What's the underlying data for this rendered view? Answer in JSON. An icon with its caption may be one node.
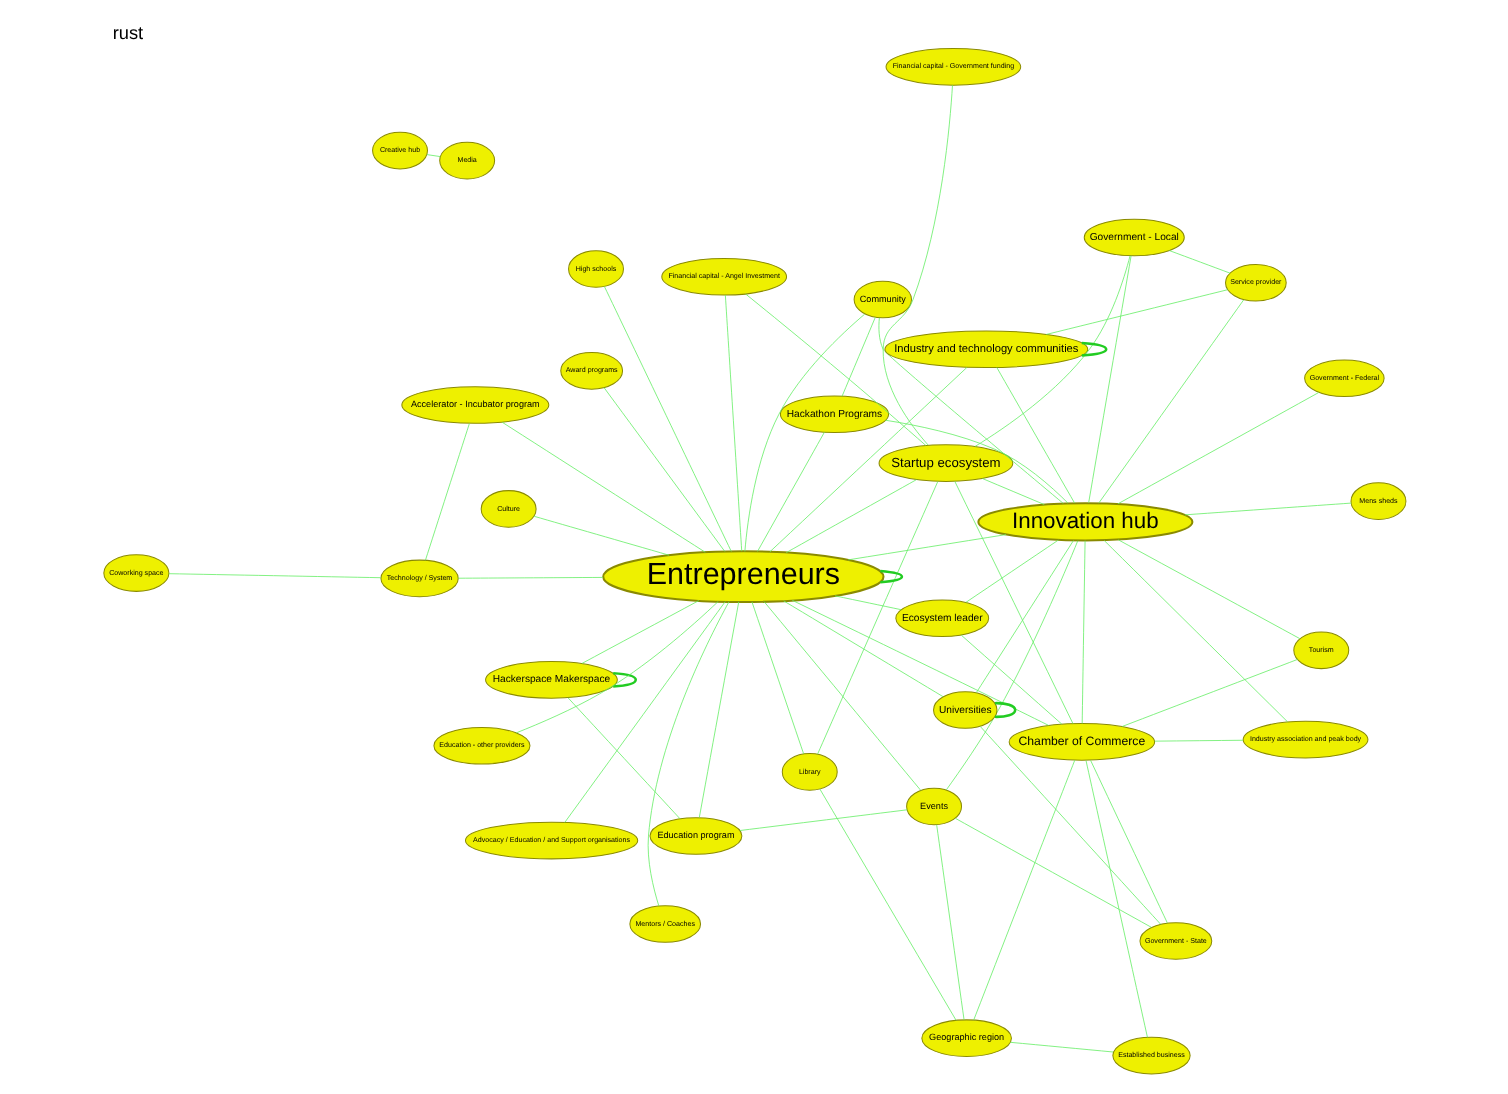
{
  "diagram": {
    "title": "rust",
    "nodes": [
      {
        "text": [
          "Established business"
        ]
      },
      {
        "text": [
          "Industry association and peak body"
        ]
      },
      {
        "text": [
          "Geographic region"
        ]
      },
      {
        "text": [
          "Government - Federal"
        ]
      },
      {
        "text": [
          "Tourism"
        ]
      },
      {
        "text": [
          "Culture"
        ]
      },
      {
        "text": [
          "Chamber of Commerce"
        ]
      },
      {
        "text": [
          "Ecosystem leader"
        ]
      },
      {
        "text": [
          "Creative hub"
        ]
      },
      {
        "text": [
          "Media"
        ]
      },
      {
        "text": [
          "Events"
        ]
      },
      {
        "text": [
          "Government - State"
        ]
      },
      {
        "text": [
          "Hackathon Programs"
        ]
      },
      {
        "text": [
          "Universities"
        ]
      },
      {
        "text": [
          "Community"
        ]
      },
      {
        "text": [
          "Mens sheds"
        ]
      },
      {
        "text": [
          "Library"
        ]
      },
      {
        "text": [
          "Mentors / Coaches"
        ]
      },
      {
        "text": [
          "Innovation hub"
        ]
      },
      {
        "text": [
          "Hackerspace Makerspace"
        ]
      },
      {
        "text": [
          "Financial capital - Government funding"
        ]
      },
      {
        "text": [
          "Education program"
        ]
      },
      {
        "text": [
          "Startup ecosystem"
        ]
      },
      {
        "text": [
          "Government - Local"
        ]
      },
      {
        "text": [
          "Service provider"
        ]
      },
      {
        "text": [
          "Industry and technology communities"
        ]
      },
      {
        "text": [
          "Financial capital - Angel Investment"
        ]
      },
      {
        "text": [
          "Advocacy / Education / and Support organisations"
        ]
      },
      {
        "text": [
          "Entrepreneurs"
        ]
      },
      {
        "text": [
          "High schools"
        ]
      },
      {
        "text": [
          "Education - other providers"
        ]
      },
      {
        "text": [
          "Award programs"
        ]
      },
      {
        "text": [
          "Accelerator - Incubator program"
        ]
      },
      {
        "text": [
          "Technology / System"
        ]
      },
      {
        "text": [
          "Coworking space"
        ]
      }
    ],
    "edges": [
      {
        "from": 0,
        "to": 2,
        "arrow": "none"
      },
      {
        "from": 0,
        "to": 6,
        "arrow": "none"
      },
      {
        "from": 1,
        "to": 6,
        "arrow": "none"
      },
      {
        "from": 1,
        "to": 18,
        "arrow": "none"
      },
      {
        "from": 2,
        "to": 6,
        "arrow": "none"
      },
      {
        "from": 2,
        "to": 10,
        "arrow": "none"
      },
      {
        "from": 2,
        "to": 16,
        "arrow": "none"
      },
      {
        "from": 3,
        "to": 18,
        "arrow": "none"
      },
      {
        "from": 4,
        "to": 6,
        "arrow": "none"
      },
      {
        "from": 4,
        "to": 18,
        "arrow": "none"
      },
      {
        "from": 5,
        "to": 28,
        "arrow": "none"
      },
      {
        "from": 6,
        "to": 7,
        "arrow": "none"
      },
      {
        "from": 6,
        "to": 11,
        "arrow": "none"
      },
      {
        "from": 6,
        "to": 18,
        "arrow": "none"
      },
      {
        "from": 6,
        "to": 22,
        "arrow": "none"
      },
      {
        "from": 6,
        "to": 28,
        "arrow": "none"
      },
      {
        "from": 8,
        "to": 9,
        "arrow": "none"
      },
      {
        "from": 10,
        "to": 11,
        "arrow": "none"
      },
      {
        "from": 10,
        "to": 18,
        "arrow": "none"
      },
      {
        "from": 10,
        "to": 28,
        "arrow": "none"
      },
      {
        "from": 11,
        "to": 13,
        "arrow": "none"
      },
      {
        "from": 13,
        "to": 13,
        "arrow": "none"
      },
      {
        "from": 13,
        "to": 18,
        "arrow": "none"
      },
      {
        "from": 13,
        "to": 28,
        "arrow": "none"
      },
      {
        "from": 7,
        "to": 18,
        "arrow": "none"
      },
      {
        "from": 7,
        "to": 28,
        "arrow": "none"
      },
      {
        "from": 12,
        "to": 14,
        "arrow": "none"
      },
      {
        "from": 12,
        "to": 18,
        "arrow": "none"
      },
      {
        "from": 12,
        "to": 28,
        "arrow": "none"
      },
      {
        "from": 14,
        "to": 18,
        "arrow": "none"
      },
      {
        "from": 14,
        "to": 28,
        "arrow": "none"
      },
      {
        "from": 15,
        "to": 18,
        "arrow": "none"
      },
      {
        "from": 16,
        "to": 28,
        "arrow": "none"
      },
      {
        "from": 16,
        "to": 22,
        "arrow": "none"
      },
      {
        "from": 17,
        "to": 28,
        "arrow": "none"
      },
      {
        "from": 18,
        "to": 28,
        "arrow": "none"
      },
      {
        "from": 18,
        "to": 22,
        "arrow": "none"
      },
      {
        "from": 18,
        "to": 23,
        "arrow": "none"
      },
      {
        "from": 18,
        "to": 24,
        "arrow": "none"
      },
      {
        "from": 18,
        "to": 25,
        "arrow": "none"
      },
      {
        "from": 19,
        "to": 19,
        "arrow": "none"
      },
      {
        "from": 19,
        "to": 28,
        "arrow": "none"
      },
      {
        "from": 19,
        "to": 21,
        "arrow": "none"
      },
      {
        "from": 20,
        "to": 22,
        "arrow": "none"
      },
      {
        "from": 21,
        "to": 28,
        "arrow": "none"
      },
      {
        "from": 21,
        "to": 10,
        "arrow": "none"
      },
      {
        "from": 22,
        "to": 23,
        "arrow": "none"
      },
      {
        "from": 22,
        "to": 28,
        "arrow": "none"
      },
      {
        "from": 22,
        "to": 26,
        "arrow": "none"
      },
      {
        "from": 23,
        "to": 24,
        "arrow": "none"
      },
      {
        "from": 24,
        "to": 25,
        "arrow": "none"
      },
      {
        "from": 25,
        "to": 25,
        "arrow": "none"
      },
      {
        "from": 25,
        "to": 28,
        "arrow": "none"
      },
      {
        "from": 26,
        "to": 28,
        "arrow": "none"
      },
      {
        "from": 27,
        "to": 28,
        "arrow": "none"
      },
      {
        "from": 28,
        "to": 28,
        "arrow": "none"
      },
      {
        "from": 28,
        "to": 29,
        "arrow": "none"
      },
      {
        "from": 28,
        "to": 30,
        "arrow": "none"
      },
      {
        "from": 28,
        "to": 31,
        "arrow": "none"
      },
      {
        "from": 28,
        "to": 32,
        "arrow": "none"
      },
      {
        "from": 28,
        "to": 33,
        "arrow": "none"
      },
      {
        "from": 32,
        "to": 33,
        "arrow": "none"
      },
      {
        "from": 33,
        "to": 34,
        "arrow": "none"
      }
    ]
  }
}
